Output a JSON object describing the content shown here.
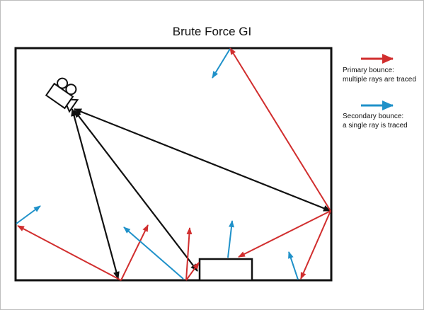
{
  "title": "Brute Force GI",
  "legend": {
    "primary": {
      "line1": "Primary bounce:",
      "line2": "multiple rays are traced",
      "color": "#d12e2e"
    },
    "secondary": {
      "line1": "Secondary bounce:",
      "line2": "a single ray is traced",
      "color": "#1f91c9"
    }
  },
  "colors": {
    "camera_ray": "#111111",
    "room": "#111111",
    "background": "#ffffff"
  },
  "icons": {
    "camera": "camera-icon"
  }
}
